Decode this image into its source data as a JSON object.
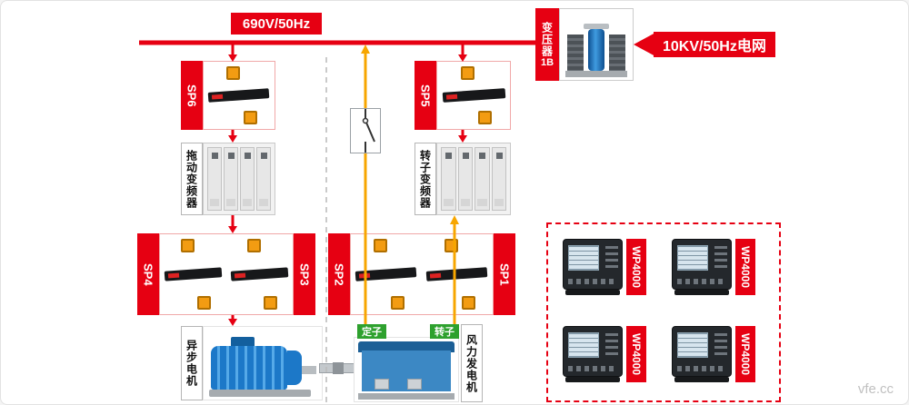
{
  "colors": {
    "accent_red": "#e60012",
    "wire_yellow": "#f7a600",
    "badge_green": "#2ea12e",
    "machine_blue": "#1c78c8"
  },
  "bus": {
    "label": "690V/50Hz"
  },
  "grid": {
    "label": "10KV/50Hz电网"
  },
  "transformer": {
    "name": "变压器",
    "id": "1B"
  },
  "left_branch": {
    "sp6": "SP6",
    "drive_inverter": "拖动变频器",
    "sp4": "SP4",
    "sp3": "SP3",
    "motor": "异步电机"
  },
  "right_branch": {
    "sp5": "SP5",
    "rotor_inverter": "转子变频器",
    "sp2": "SP2",
    "sp1": "SP1",
    "generator": "风力发电机",
    "stator_badge": "定子",
    "rotor_badge": "转子"
  },
  "analyzers": {
    "labels": [
      "WP4000",
      "WP4000",
      "WP4000",
      "WP4000"
    ]
  },
  "watermark": "vfe.cc"
}
